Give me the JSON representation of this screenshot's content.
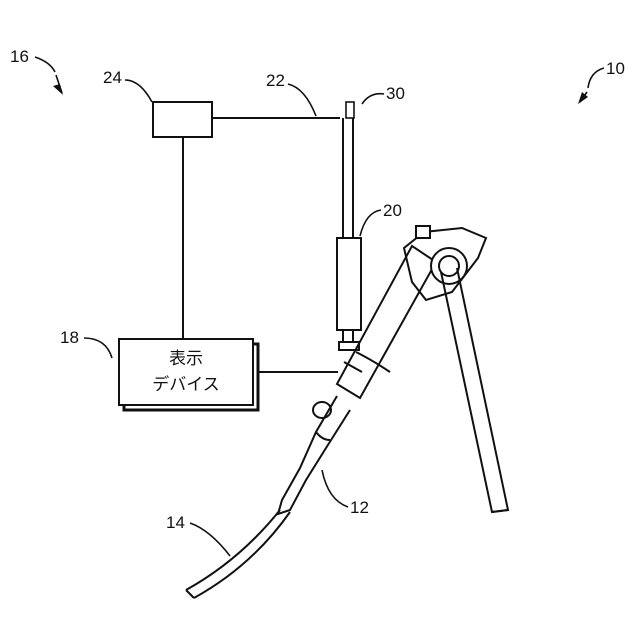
{
  "figure": {
    "refs": {
      "r10": "10",
      "r12": "12",
      "r14": "14",
      "r16": "16",
      "r18": "18",
      "r20": "20",
      "r22": "22",
      "r24": "24",
      "r30": "30"
    },
    "display_box": {
      "line1": "表示",
      "line2": "デバイス"
    }
  }
}
